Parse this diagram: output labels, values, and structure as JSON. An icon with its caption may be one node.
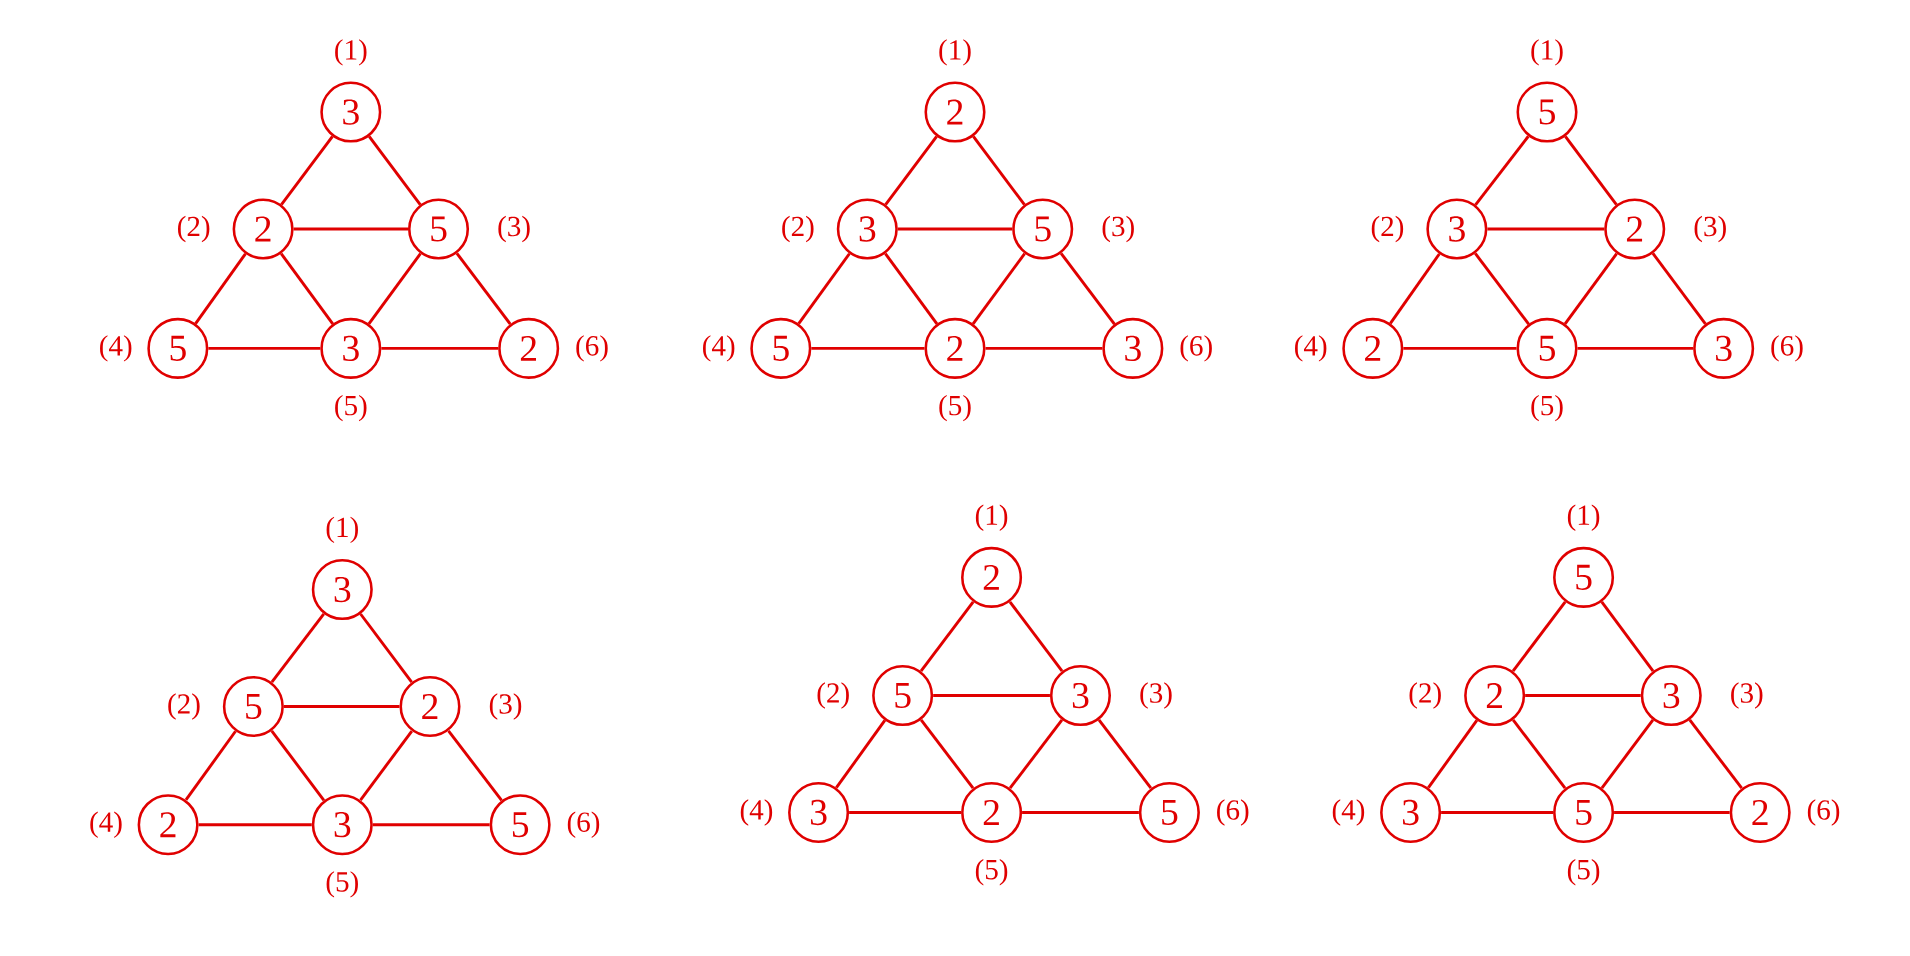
{
  "diagram": {
    "nodes": [
      {
        "text": [
          "3"
        ],
        "beside": [
          "(1)"
        ]
      },
      {
        "text": [
          "2"
        ],
        "beside": [
          "(2)"
        ]
      },
      {
        "text": [
          "5"
        ],
        "beside": [
          "(3)"
        ]
      },
      {
        "text": [
          "5"
        ],
        "beside": [
          "(4)"
        ]
      },
      {
        "text": [
          "3"
        ],
        "beside": [
          "(5)"
        ]
      },
      {
        "text": [
          "2"
        ],
        "beside": [
          "(6)"
        ]
      },
      {
        "text": [
          "2"
        ],
        "beside": [
          "(1)"
        ]
      },
      {
        "text": [
          "3"
        ],
        "beside": [
          "(2)"
        ]
      },
      {
        "text": [
          "5"
        ],
        "beside": [
          "(3)"
        ]
      },
      {
        "text": [
          "5"
        ],
        "beside": [
          "(4)"
        ]
      },
      {
        "text": [
          "2"
        ],
        "beside": [
          "(5)"
        ]
      },
      {
        "text": [
          "3"
        ],
        "beside": [
          "(6)"
        ]
      },
      {
        "text": [
          "5"
        ],
        "beside": [
          "(1)"
        ]
      },
      {
        "text": [
          "3"
        ],
        "beside": [
          "(2)"
        ]
      },
      {
        "text": [
          "2"
        ],
        "beside": [
          "(3)"
        ]
      },
      {
        "text": [
          "2"
        ],
        "beside": [
          "(4)"
        ]
      },
      {
        "text": [
          "5"
        ],
        "beside": [
          "(5)"
        ]
      },
      {
        "text": [
          "3"
        ],
        "beside": [
          "(6)"
        ]
      },
      {
        "text": [
          "3"
        ],
        "beside": [
          "(1)"
        ]
      },
      {
        "text": [
          "5"
        ],
        "beside": [
          "(2)"
        ]
      },
      {
        "text": [
          "2"
        ],
        "beside": [
          "(3)"
        ]
      },
      {
        "text": [
          "2"
        ],
        "beside": [
          "(4)"
        ]
      },
      {
        "text": [
          "3"
        ],
        "beside": [
          "(5)"
        ]
      },
      {
        "text": [
          "5"
        ],
        "beside": [
          "(6)"
        ]
      },
      {
        "text": [
          "2"
        ],
        "beside": [
          "(1)"
        ]
      },
      {
        "text": [
          "5"
        ],
        "beside": [
          "(2)"
        ]
      },
      {
        "text": [
          "3"
        ],
        "beside": [
          "(3)"
        ]
      },
      {
        "text": [
          "3"
        ],
        "beside": [
          "(4)"
        ]
      },
      {
        "text": [
          "2"
        ],
        "beside": [
          "(5)"
        ]
      },
      {
        "text": [
          "5"
        ],
        "beside": [
          "(6)"
        ]
      },
      {
        "text": [
          "5"
        ],
        "beside": [
          "(1)"
        ]
      },
      {
        "text": [
          "2"
        ],
        "beside": [
          "(2)"
        ]
      },
      {
        "text": [
          "3"
        ],
        "beside": [
          "(3)"
        ]
      },
      {
        "text": [
          "3"
        ],
        "beside": [
          "(4)"
        ]
      },
      {
        "text": [
          "5"
        ],
        "beside": [
          "(5)"
        ]
      },
      {
        "text": [
          "2"
        ],
        "beside": [
          "(6)"
        ]
      }
    ],
    "edges": [
      {
        "from": 0,
        "to": 1,
        "arrow": "none"
      },
      {
        "from": 0,
        "to": 2,
        "arrow": "none"
      },
      {
        "from": 1,
        "to": 2,
        "arrow": "none"
      },
      {
        "from": 1,
        "to": 3,
        "arrow": "none"
      },
      {
        "from": 1,
        "to": 4,
        "arrow": "none"
      },
      {
        "from": 2,
        "to": 4,
        "arrow": "none"
      },
      {
        "from": 2,
        "to": 5,
        "arrow": "none"
      },
      {
        "from": 3,
        "to": 4,
        "arrow": "none"
      },
      {
        "from": 4,
        "to": 5,
        "arrow": "none"
      },
      {
        "from": 6,
        "to": 7,
        "arrow": "none"
      },
      {
        "from": 6,
        "to": 8,
        "arrow": "none"
      },
      {
        "from": 7,
        "to": 8,
        "arrow": "none"
      },
      {
        "from": 7,
        "to": 9,
        "arrow": "none"
      },
      {
        "from": 7,
        "to": 10,
        "arrow": "none"
      },
      {
        "from": 8,
        "to": 10,
        "arrow": "none"
      },
      {
        "from": 8,
        "to": 11,
        "arrow": "none"
      },
      {
        "from": 9,
        "to": 10,
        "arrow": "none"
      },
      {
        "from": 10,
        "to": 11,
        "arrow": "none"
      },
      {
        "from": 12,
        "to": 13,
        "arrow": "none"
      },
      {
        "from": 12,
        "to": 14,
        "arrow": "none"
      },
      {
        "from": 13,
        "to": 14,
        "arrow": "none"
      },
      {
        "from": 13,
        "to": 15,
        "arrow": "none"
      },
      {
        "from": 13,
        "to": 16,
        "arrow": "none"
      },
      {
        "from": 14,
        "to": 16,
        "arrow": "none"
      },
      {
        "from": 14,
        "to": 17,
        "arrow": "none"
      },
      {
        "from": 15,
        "to": 16,
        "arrow": "none"
      },
      {
        "from": 16,
        "to": 17,
        "arrow": "none"
      },
      {
        "from": 18,
        "to": 19,
        "arrow": "none"
      },
      {
        "from": 18,
        "to": 20,
        "arrow": "none"
      },
      {
        "from": 19,
        "to": 20,
        "arrow": "none"
      },
      {
        "from": 19,
        "to": 21,
        "arrow": "none"
      },
      {
        "from": 19,
        "to": 22,
        "arrow": "none"
      },
      {
        "from": 20,
        "to": 22,
        "arrow": "none"
      },
      {
        "from": 20,
        "to": 23,
        "arrow": "none"
      },
      {
        "from": 21,
        "to": 22,
        "arrow": "none"
      },
      {
        "from": 22,
        "to": 23,
        "arrow": "none"
      },
      {
        "from": 24,
        "to": 25,
        "arrow": "none"
      },
      {
        "from": 24,
        "to": 26,
        "arrow": "none"
      },
      {
        "from": 25,
        "to": 26,
        "arrow": "none"
      },
      {
        "from": 25,
        "to": 27,
        "arrow": "none"
      },
      {
        "from": 25,
        "to": 28,
        "arrow": "none"
      },
      {
        "from": 26,
        "to": 28,
        "arrow": "none"
      },
      {
        "from": 26,
        "to": 29,
        "arrow": "none"
      },
      {
        "from": 27,
        "to": 28,
        "arrow": "none"
      },
      {
        "from": 28,
        "to": 29,
        "arrow": "none"
      },
      {
        "from": 30,
        "to": 31,
        "arrow": "none"
      },
      {
        "from": 30,
        "to": 32,
        "arrow": "none"
      },
      {
        "from": 31,
        "to": 32,
        "arrow": "none"
      },
      {
        "from": 31,
        "to": 33,
        "arrow": "none"
      },
      {
        "from": 31,
        "to": 34,
        "arrow": "none"
      },
      {
        "from": 32,
        "to": 34,
        "arrow": "none"
      },
      {
        "from": 32,
        "to": 35,
        "arrow": "none"
      },
      {
        "from": 33,
        "to": 34,
        "arrow": "none"
      },
      {
        "from": 34,
        "to": 35,
        "arrow": "none"
      }
    ]
  }
}
